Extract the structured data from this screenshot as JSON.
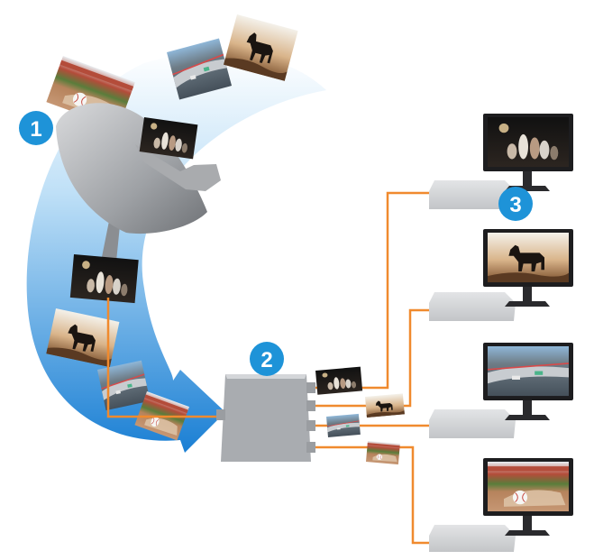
{
  "badges": [
    {
      "id": "satellite",
      "label": "1"
    },
    {
      "id": "router",
      "label": "2"
    },
    {
      "id": "display",
      "label": "3"
    }
  ],
  "colors": {
    "arrow_blue": "#1a82d6",
    "badge_blue": "#1e93d8",
    "cable_orange": "#f08a2e",
    "device_gray": "#b9bcbf",
    "monitor_black": "#1d1d1f"
  },
  "channels": [
    {
      "id": "concert",
      "icon": "concert-thumbnail"
    },
    {
      "id": "horse",
      "icon": "horse-thumbnail"
    },
    {
      "id": "racing",
      "icon": "racing-thumbnail"
    },
    {
      "id": "baseball",
      "icon": "baseball-thumbnail"
    }
  ]
}
